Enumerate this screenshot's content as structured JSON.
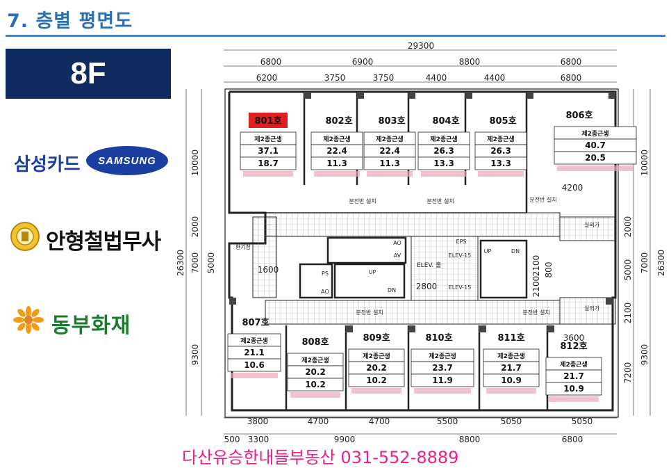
{
  "title": "7. 층별 평면도",
  "floor_label": "8F",
  "tenants": {
    "samsung_kr": "삼성카드",
    "samsung_en": "SAMSUNG",
    "ahn_name": "안형철법무사",
    "dongbu_name": "동부화재"
  },
  "footer": "다산유승한내들부동산 031-552-8889",
  "dimensions": {
    "total_width": "29300",
    "top_row1": [
      "6800",
      "6900",
      "8800",
      "6800"
    ],
    "top_row2": [
      "6200",
      "3750",
      "3750",
      "4400",
      "4400",
      "6800"
    ],
    "bottom_row1": [
      "3800",
      "4700",
      "4700",
      "5500",
      "5050",
      "5050"
    ],
    "bottom_row2": [
      "500",
      "3300",
      "9900",
      "8800",
      "6800"
    ],
    "left": [
      "10000",
      "2000",
      "7000",
      "5000",
      "9300",
      "26300"
    ],
    "right": [
      "10000",
      "2000",
      "7000",
      "5000",
      "9300",
      "26300",
      "7200",
      "2100"
    ],
    "inner": [
      "1600",
      "2800",
      "2100",
      "800",
      "2100",
      "4200",
      "3600"
    ]
  },
  "zone_label": "제2종근생",
  "units": [
    {
      "name": "801호",
      "area1": "37.1",
      "area2": "18.7",
      "highlight": true
    },
    {
      "name": "802호",
      "area1": "22.4",
      "area2": "11.3"
    },
    {
      "name": "803호",
      "area1": "22.4",
      "area2": "11.3"
    },
    {
      "name": "804호",
      "area1": "26.3",
      "area2": "13.3"
    },
    {
      "name": "805호",
      "area1": "26.3",
      "area2": "13.3"
    },
    {
      "name": "806호",
      "area1": "40.7",
      "area2": "20.5"
    },
    {
      "name": "807호",
      "area1": "21.1",
      "area2": "10.6"
    },
    {
      "name": "808호",
      "area1": "20.2",
      "area2": "10.2"
    },
    {
      "name": "809호",
      "area1": "20.2",
      "area2": "10.2"
    },
    {
      "name": "810호",
      "area1": "23.7",
      "area2": "11.9"
    },
    {
      "name": "811호",
      "area1": "21.7",
      "area2": "10.9"
    },
    {
      "name": "812호",
      "area1": "21.7",
      "area2": "10.9"
    }
  ],
  "plan_labels": {
    "elev_hall": "ELEV. 홀",
    "panel": "분전반 설치",
    "av": "AV",
    "ao": "AO",
    "ps": "PS",
    "up": "UP",
    "dn": "DN",
    "eps": "EPS",
    "vent": "환기창",
    "outdoor": "실외기",
    "elev": "ELEV-15"
  },
  "colors": {
    "title_blue": "#2e6fb0",
    "floor_box_navy": "#0f2a5f",
    "highlight_red": "#e02020",
    "footer_pink": "#e8208a",
    "dongbu_green": "#1c7a2e"
  }
}
